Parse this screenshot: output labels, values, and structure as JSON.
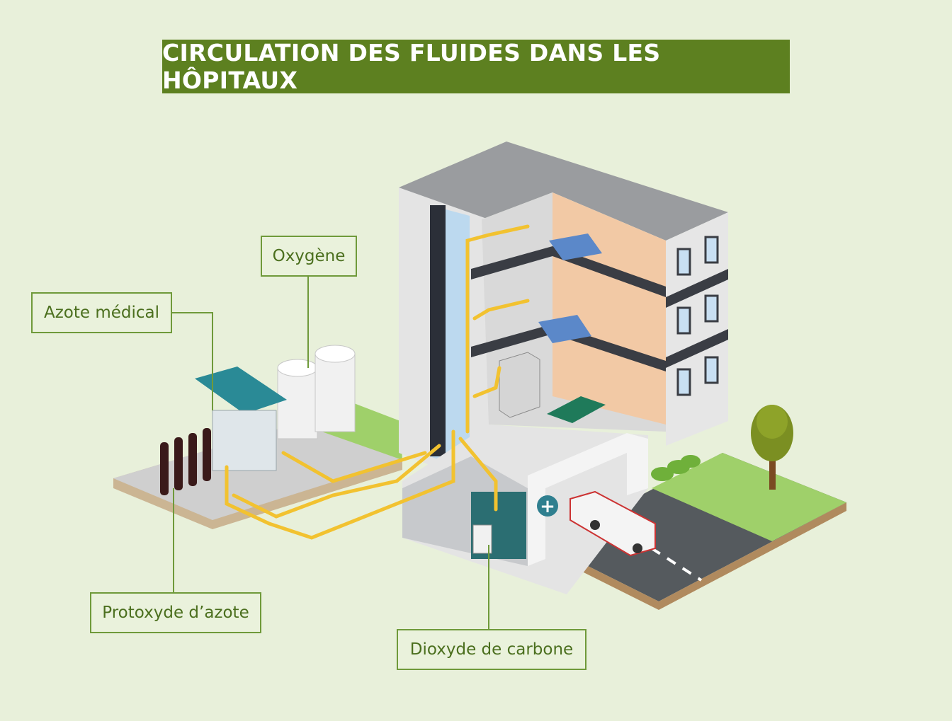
{
  "title": "CIRCULATION DES FLUIDES DANS LES HÔPITAUX",
  "callouts": {
    "oxygen": "Oxygène",
    "nitrogen": "Azote médical",
    "n2o": "Protoxyde d’azote",
    "co2": "Dioxyde de carbone"
  },
  "colors": {
    "background": "#e8f0da",
    "banner": "#5d8020",
    "pipe": "#f2c230",
    "label_border": "#6f9a3a",
    "label_text": "#4b6f1e"
  }
}
